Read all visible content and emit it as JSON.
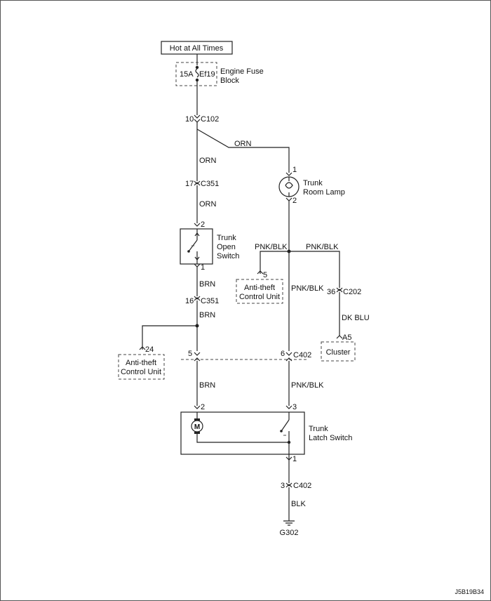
{
  "power": {
    "label": "Hot at All Times"
  },
  "fuse": {
    "rating": "15A",
    "id": "Ef19",
    "block_line1": "Engine Fuse",
    "block_line2": "Block"
  },
  "connectors": {
    "c102": {
      "pin": "10",
      "name": "C102"
    },
    "c351_top": {
      "pin": "17",
      "name": "C351"
    },
    "c351_mid": {
      "pin": "16",
      "name": "C351"
    },
    "c402_left_pin": "5",
    "c402_mid": {
      "pin": "6",
      "name": "C402"
    },
    "c202": {
      "pin": "36",
      "name": "C202"
    },
    "c402_bottom": {
      "pin": "3",
      "name": "C402"
    }
  },
  "wires": {
    "orn1": "ORN",
    "orn2": "ORN",
    "orn3": "ORN",
    "brn1": "BRN",
    "brn2": "BRN",
    "brn3": "BRN",
    "pnkblk_left": "PNK/BLK",
    "pnkblk_right": "PNK/BLK",
    "pnkblk_mid": "PNK/BLK",
    "pnkblk_low": "PNK/BLK",
    "dkblu": "DK BLU",
    "blk": "BLK"
  },
  "lamp": {
    "line1": "Trunk",
    "line2": "Room Lamp",
    "pin_top": "1",
    "pin_bottom": "2"
  },
  "open_switch": {
    "line1": "Trunk",
    "line2": "Open",
    "line3": "Switch",
    "pin_top": "2",
    "pin_bottom": "1"
  },
  "antitheft_right": {
    "line1": "Anti-theft",
    "line2": "Control Unit",
    "pin": "5"
  },
  "antitheft_left": {
    "line1": "Anti-theft",
    "line2": "Control Unit",
    "pin": "24"
  },
  "cluster": {
    "label": "Cluster",
    "pin": "A5"
  },
  "latch": {
    "line1": "Trunk",
    "line2": "Latch Switch",
    "motor": "M",
    "pin_left": "2",
    "pin_right": "3",
    "pin_bottom": "1"
  },
  "ground": {
    "label": "G302"
  },
  "footer": {
    "code": "J5B19B34"
  }
}
